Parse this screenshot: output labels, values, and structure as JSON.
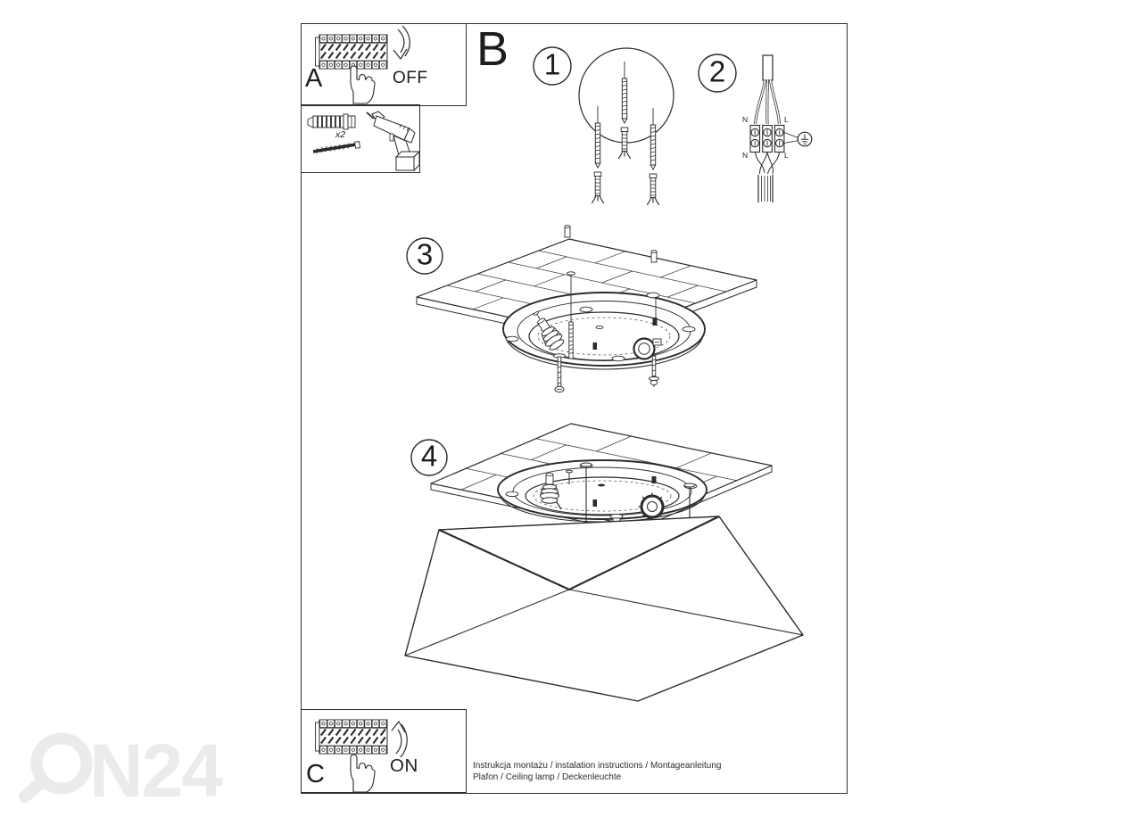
{
  "colors": {
    "line": "#2b2b2b",
    "text": "#1d1d1d",
    "watermark": "#ebebeb"
  },
  "watermark": {
    "brand": "ON24",
    "text_part": "N24"
  },
  "box_a": {
    "label": "A",
    "action": "OFF"
  },
  "tools": {
    "quantity": "x2"
  },
  "section_label": "B",
  "steps": [
    {
      "num": "1"
    },
    {
      "num": "2"
    },
    {
      "num": "3"
    },
    {
      "num": "4"
    }
  ],
  "wiring": {
    "top_left": "N",
    "top_right": "L",
    "bottom_left": "N",
    "bottom_right": "L"
  },
  "box_c": {
    "label": "C",
    "action": "ON"
  },
  "footer": {
    "line1": "Instrukcja montażu / instalation instructions / Montageanleitung",
    "line2": "Plafon / Ceiling lamp / Deckenleuchte"
  }
}
